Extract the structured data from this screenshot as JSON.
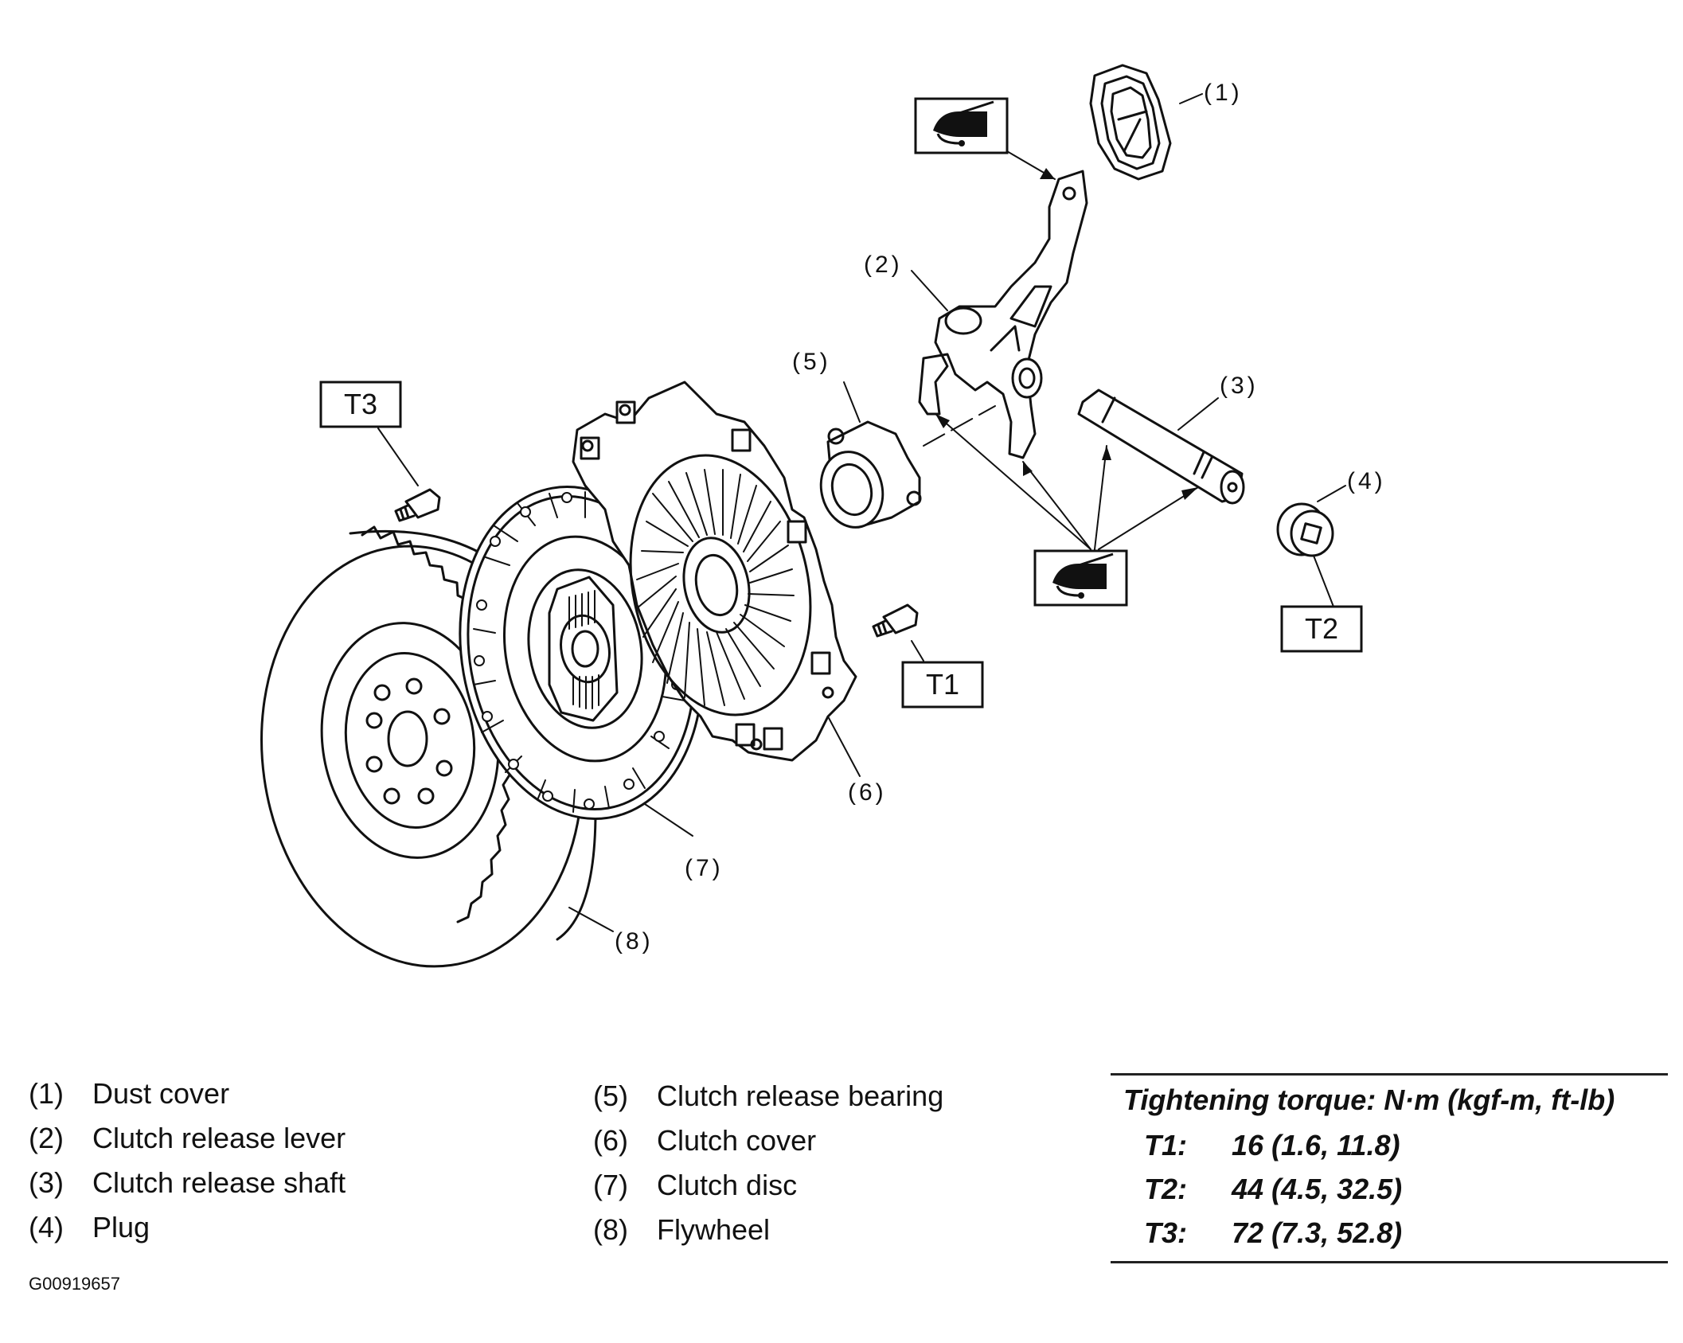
{
  "callouts": {
    "c1": "(1)",
    "c2": "(2)",
    "c3": "(3)",
    "c4": "(4)",
    "c5": "(5)",
    "c6": "(6)",
    "c7": "(7)",
    "c8": "(8)"
  },
  "torque_tags": {
    "t1": "T1",
    "t2": "T2",
    "t3": "T3"
  },
  "legend": {
    "left": [
      {
        "num": "(1)",
        "label": "Dust cover"
      },
      {
        "num": "(2)",
        "label": "Clutch release lever"
      },
      {
        "num": "(3)",
        "label": "Clutch release shaft"
      },
      {
        "num": "(4)",
        "label": "Plug"
      }
    ],
    "right": [
      {
        "num": "(5)",
        "label": "Clutch release bearing"
      },
      {
        "num": "(6)",
        "label": "Clutch cover"
      },
      {
        "num": "(7)",
        "label": "Clutch disc"
      },
      {
        "num": "(8)",
        "label": "Flywheel"
      }
    ]
  },
  "torque_table": {
    "title": "Tightening torque: N·m (kgf-m, ft-lb)",
    "rows": [
      {
        "key": "T1:",
        "value": "16 (1.6, 11.8)"
      },
      {
        "key": "T2:",
        "value": "44 (4.5, 32.5)"
      },
      {
        "key": "T3:",
        "value": "72 (7.3, 52.8)"
      }
    ]
  },
  "figure_id": "G00919657",
  "icons": {
    "grease": "grease-gun-icon"
  }
}
